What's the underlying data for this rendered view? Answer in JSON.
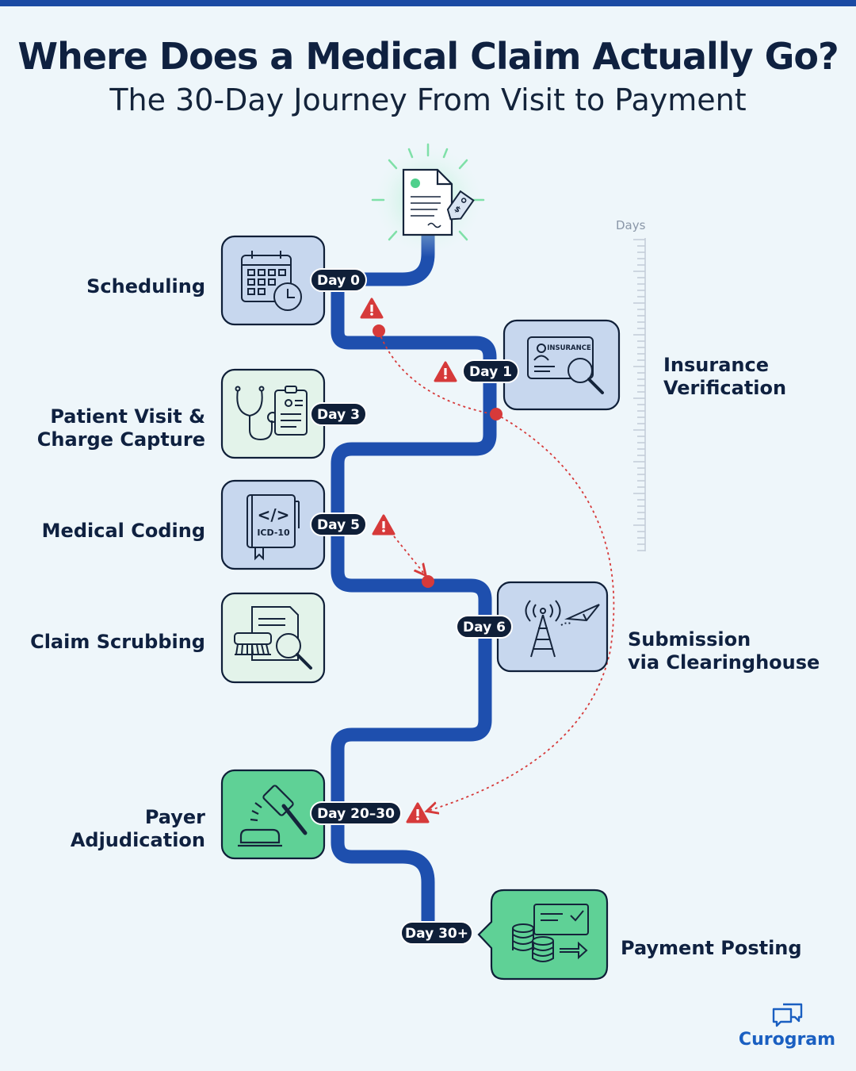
{
  "title": "Where Does a Medical Claim Actually Go?",
  "subtitle": "The 30-Day Journey From Visit to Payment",
  "days_axis_label": "Days",
  "stages": [
    {
      "label_line1": "Scheduling",
      "label_line2": "",
      "day": "Day 0"
    },
    {
      "label_line1": "Insurance",
      "label_line2": "Verification",
      "day": "Day 1"
    },
    {
      "label_line1": "Patient Visit &",
      "label_line2": "Charge Capture",
      "day": "Day 3"
    },
    {
      "label_line1": "Medical Coding",
      "label_line2": "",
      "day": "Day 5"
    },
    {
      "label_line1": "Claim Scrubbing",
      "label_line2": "",
      "day": ""
    },
    {
      "label_line1": "Submission",
      "label_line2": "via Clearinghouse",
      "day": "Day 6"
    },
    {
      "label_line1": "Payer",
      "label_line2": "Adjudication",
      "day": "Day 20–30"
    },
    {
      "label_line1": "Payment Posting",
      "label_line2": "",
      "day": "Day 30+"
    }
  ],
  "icon_text": {
    "insurance_card": "INSURANCE",
    "coding_book": "ICD-10",
    "code_symbol": "</>"
  },
  "brand": "Curogram",
  "colors": {
    "path": "#1e4fae",
    "pill": "#0f1f38",
    "blue_box": "#c7d7ee",
    "light_green_box": "#e3f3ea",
    "green_box": "#5fd196",
    "warning": "#d63a3a",
    "accent": "#1a5fc1"
  }
}
